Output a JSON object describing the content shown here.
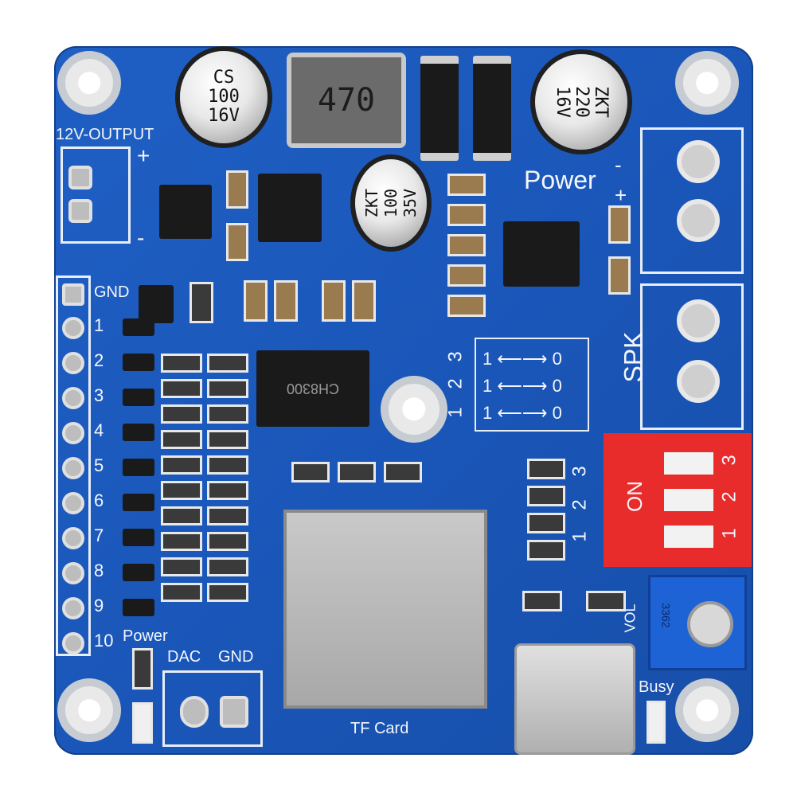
{
  "labels": {
    "output": "12V-OUTPUT",
    "plus": "+",
    "minus": "-",
    "power": "Power",
    "spk": "SPK",
    "gnd": "GND",
    "pins": [
      "1",
      "2",
      "3",
      "4",
      "5",
      "6",
      "7",
      "8",
      "9",
      "10"
    ],
    "power_led": "Power",
    "dac": "DAC",
    "gnd2": "GND",
    "tf_card": "TF Card",
    "busy": "Busy",
    "vol": "VOL",
    "dip_on": "ON",
    "dip_numbers": [
      "3",
      "2",
      "1"
    ],
    "side_numbers": [
      "3",
      "2",
      "1"
    ],
    "mode_row_nums": [
      "3",
      "2",
      "1"
    ],
    "mode_rows": [
      {
        "a": "1",
        "b": "0"
      },
      {
        "a": "1",
        "b": "0"
      },
      {
        "a": "1",
        "b": "0"
      }
    ],
    "mode_side": [
      "1",
      "2",
      "3"
    ]
  },
  "components": {
    "cap_left": [
      "CS",
      "100",
      "16V"
    ],
    "cap_right": [
      "ZKT",
      "220",
      "16V"
    ],
    "cap_mid": [
      "ZKT",
      "100",
      "35V"
    ],
    "inductor": "470",
    "chip_label": "CH8300",
    "pot_label": "3362"
  },
  "colors": {
    "board": "#1a56b8",
    "silkscreen": "#f4f6fb",
    "dip_switch": "#e82b2b",
    "potentiometer": "#1e63d6"
  }
}
